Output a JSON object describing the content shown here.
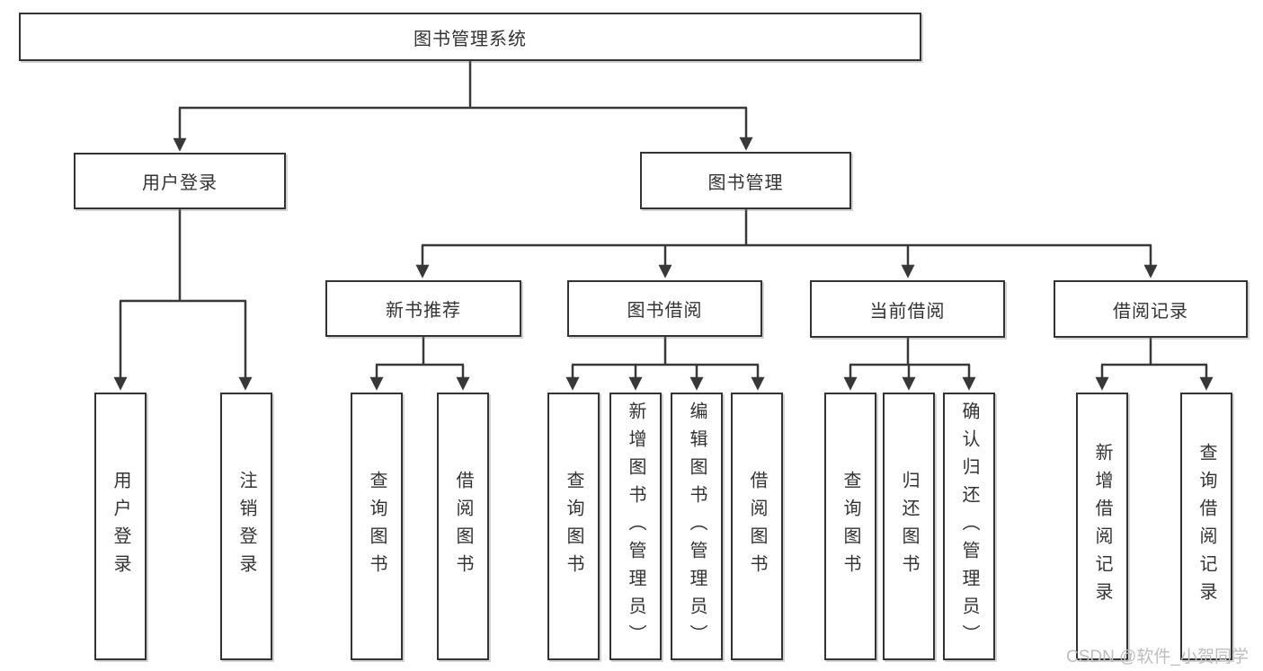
{
  "diagram": {
    "type": "hierarchy-tree",
    "colors": {
      "line": "#383838",
      "box_border": "#333333",
      "box_fill": "#ffffff",
      "text": "#333333",
      "watermark_text": "#bdbdbd"
    },
    "nodes": {
      "root": {
        "label": "图书管理系统"
      },
      "level2": [
        {
          "label": "用户登录"
        },
        {
          "label": "图书管理"
        }
      ],
      "level3": [
        {
          "label": "新书推荐",
          "parent": "图书管理"
        },
        {
          "label": "图书借阅",
          "parent": "图书管理"
        },
        {
          "label": "当前借阅",
          "parent": "图书管理"
        },
        {
          "label": "借阅记录",
          "parent": "图书管理"
        }
      ],
      "leaves": [
        {
          "label": "用户登录",
          "parent": "用户登录"
        },
        {
          "label": "注销登录",
          "parent": "用户登录"
        },
        {
          "label": "查询图书",
          "parent": "新书推荐"
        },
        {
          "label": "借阅图书",
          "parent": "新书推荐"
        },
        {
          "label": "查询图书",
          "parent": "图书借阅"
        },
        {
          "label": "新增图书（管理员）",
          "parent": "图书借阅"
        },
        {
          "label": "编辑图书（管理员）",
          "parent": "图书借阅"
        },
        {
          "label": "借阅图书",
          "parent": "图书借阅"
        },
        {
          "label": "查询图书",
          "parent": "当前借阅"
        },
        {
          "label": "归还图书",
          "parent": "当前借阅"
        },
        {
          "label": "确认归还（管理员）",
          "parent": "当前借阅"
        },
        {
          "label": "新增借阅记录",
          "parent": "借阅记录"
        },
        {
          "label": "查询借阅记录",
          "parent": "借阅记录"
        }
      ]
    }
  },
  "watermark": {
    "text": "CSDN @软件_小贺同学"
  }
}
